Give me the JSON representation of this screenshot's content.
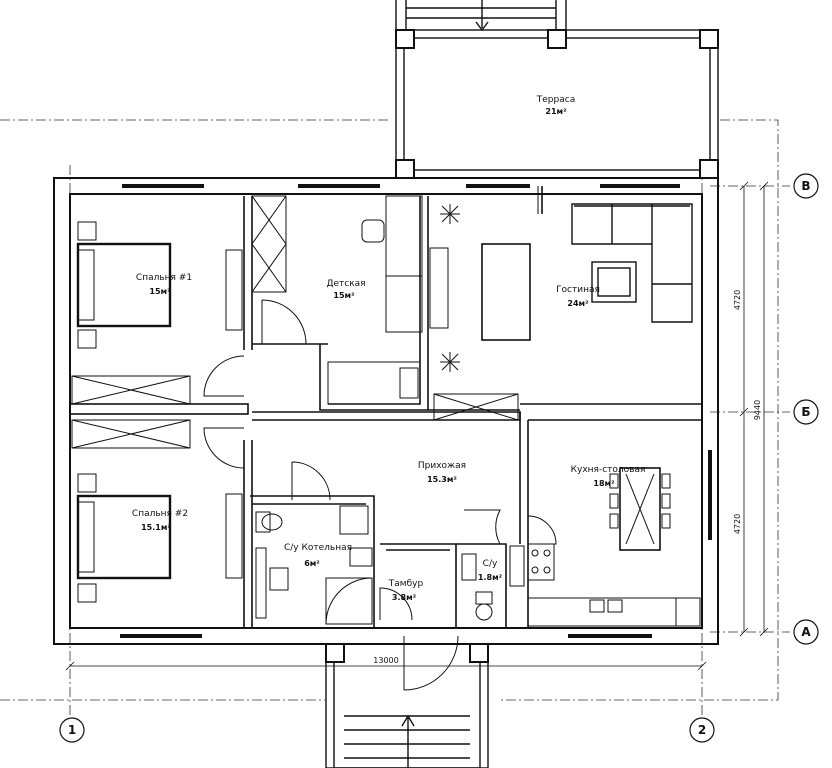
{
  "rooms": {
    "terrace": {
      "name": "Терраса",
      "area": "21м²"
    },
    "bedroom1": {
      "name": "Спальня #1",
      "area": "15м²"
    },
    "study": {
      "name": "Детская",
      "area": "15м²"
    },
    "living": {
      "name": "Гостиная",
      "area": "24м²"
    },
    "bedroom2": {
      "name": "Спальня #2",
      "area": "15.1м²"
    },
    "hall": {
      "name": "Прихожая",
      "area": "15.3м²"
    },
    "kitchen": {
      "name": "Кухня-столовая",
      "area": "18м²"
    },
    "bath": {
      "name": "С/у Котельная",
      "area": "6м²"
    },
    "vestibule": {
      "name": "Тамбур",
      "area": "3.8м²"
    },
    "wc": {
      "name": "С/у",
      "area": "1.8м²"
    }
  },
  "axes": {
    "B": "В",
    "Б": "Б",
    "A": "А",
    "one": "1",
    "two": "2"
  },
  "dimensions": {
    "overall_width": "13000",
    "overall_depth": "9440",
    "upper_depth": "4720",
    "lower_depth": "4720"
  },
  "colors": {
    "line": "#111111",
    "dash": "#333333",
    "light": "#888888"
  }
}
